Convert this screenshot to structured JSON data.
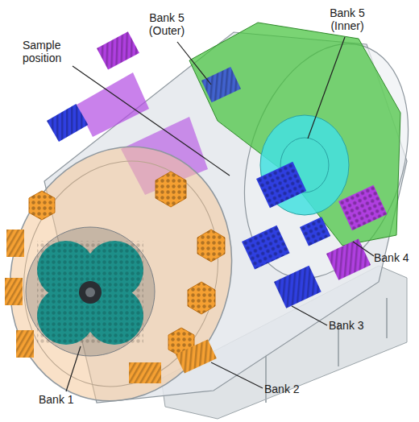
{
  "diagram": {
    "labels": [
      "Bank 5 (Outer)",
      "Bank 5 (Inner)",
      "Sample position",
      "Bank 4",
      "Bank 3",
      "Bank 2",
      "Bank 1"
    ]
  }
}
